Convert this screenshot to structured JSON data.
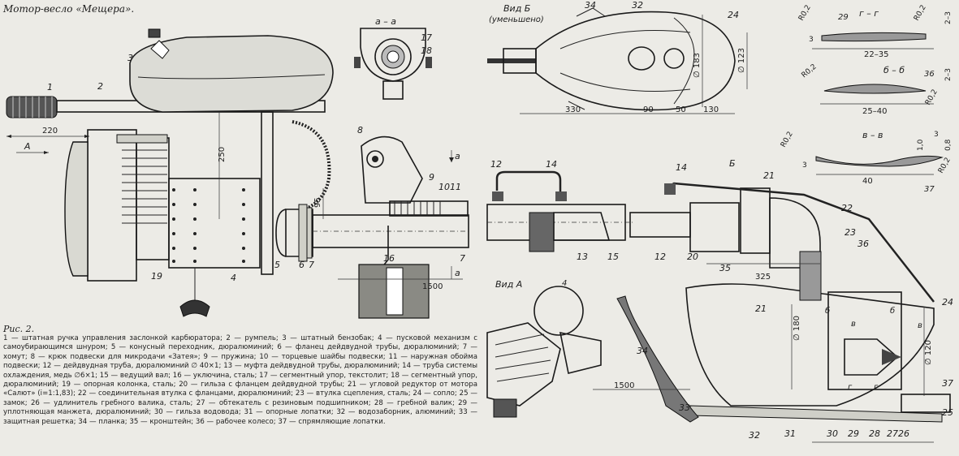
{
  "title": "Мотор-весло «Мещера».",
  "figure_label": "Рис. 2.",
  "legend_items": [
    "1 — штатная ручка управления заслонкой карбюратора;",
    "2 — румпель;",
    "3 — штатный бензобак;",
    "4 — пусковой механизм с самоубирающимся шнуром;",
    "5 — конусный переходник, дюралюминий;",
    "6 — фланец дейдвудной трубы, дюралюминий;",
    "7 — хомут;",
    "8 — крюк подвески для микродачи «Затея»;",
    "9 — пружина;",
    "10 — торцевые шайбы подвески;",
    "11 — наружная обойма подвески;",
    "12 — дейдвудная труба, дюралюминий ∅ 40×1;",
    "13 — муфта дейдвудной трубы, дюралюминий;",
    "14 — труба системы охлаждения, медь ∅6×1;",
    "15 — ведущий вал;",
    "16 — уключина, сталь;",
    "17 — сегментный упор, текстолит;",
    "18 — сегментный упор, дюралюминий;",
    "19 — опорная колонка, сталь;",
    "20 — гильза с фланцем дейдвудной трубы;",
    "21 — угловой редуктор от мотора «Салют» (i=1:1,83);",
    "22 — соединительная втулка с фланцами, дюралюминий;",
    "23 — втулка сцепления, сталь;",
    "24 — сопло;",
    "25 — замок;",
    "26 — удлинитель гребного валика, сталь;",
    "27 — обтекатель с резиновым подшипником;",
    "28 — гребной валик;",
    "29 — уплотняющая манжета, дюралюминий;",
    "30 — гильза водовода;",
    "31 — опорные лопатки;",
    "32 — водозаборник, алюминий;",
    "33 — защитная решетка;",
    "34 — планка;",
    "35 — кронштейн;",
    "36 — рабочее колесо;",
    "37 — спрямляющие лопатки."
  ],
  "view_labels": {
    "aa": "а – а",
    "vidB": "Вид Б",
    "vidB_note": "(уменьшено)",
    "vidA": "Вид А",
    "gg": "г – г",
    "bb": "б – б",
    "vv": "в – в"
  },
  "dimensions": {
    "d220": "220",
    "d250": "250",
    "d95": "95",
    "d1500a": "1500",
    "d330": "330",
    "d90": "90",
    "d50": "50",
    "d130": "130",
    "d183": "∅ 183",
    "d123": "∅ 123",
    "d2235": "22–35",
    "d2540": "25–40",
    "d40": "40",
    "d325": "325",
    "d180": "∅ 180",
    "d120": "∅ 120",
    "d1500b": "1500",
    "r02": "R0,2",
    "d3": "3",
    "d23": "2–3",
    "d1": "1,0",
    "d08": "0,8",
    "d4": "4"
  },
  "callouts": {
    "c1": "1",
    "c2": "2",
    "c3": "3",
    "c4": "4",
    "c5": "5",
    "c6": "6",
    "c7": "7",
    "c8": "8",
    "c9": "9",
    "c10": "10",
    "c11": "11",
    "c12": "12",
    "c13": "13",
    "c14": "14",
    "c15": "15",
    "c16": "16",
    "c17": "17",
    "c18": "18",
    "c19": "19",
    "c20": "20",
    "c21": "21",
    "c22": "22",
    "c23": "23",
    "c24": "24",
    "c25": "25",
    "c26": "26",
    "c27": "27",
    "c28": "28",
    "c29": "29",
    "c30": "30",
    "c31": "31",
    "c32": "32",
    "c33": "33",
    "c34": "34",
    "c35": "35",
    "c36": "36",
    "c37": "37"
  },
  "section_marks": {
    "a": "а",
    "b": "б",
    "v": "в",
    "g": "г",
    "A": "А",
    "B": "Б"
  }
}
